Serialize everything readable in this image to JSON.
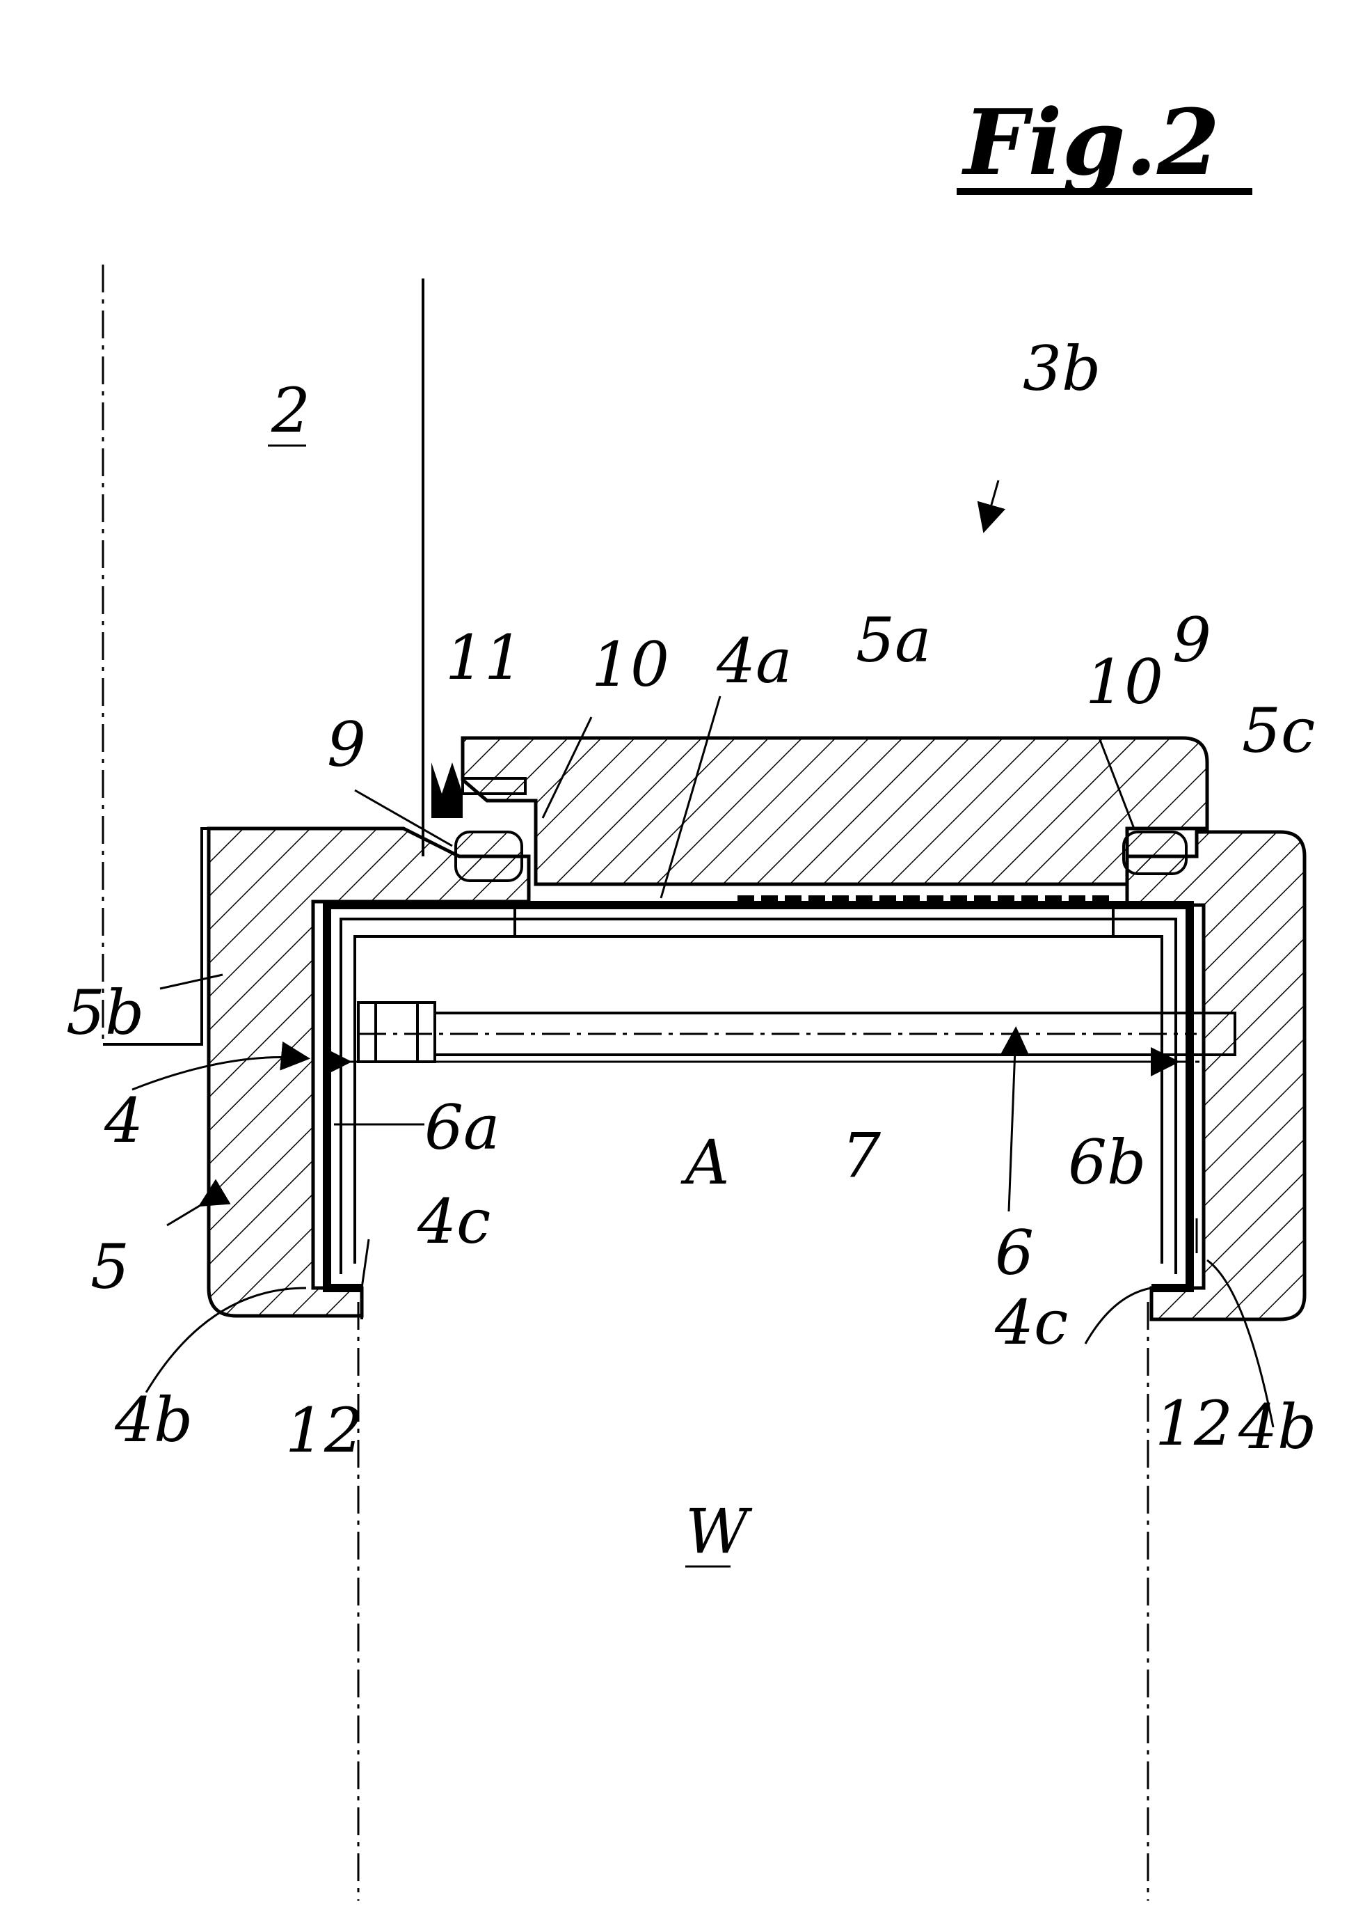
{
  "figure": {
    "title": "Fig.2",
    "labels": {
      "l2": "2",
      "l3b": "3b",
      "l11": "11",
      "l10a": "10",
      "l4a": "4a",
      "l5a": "5a",
      "l10b": "10",
      "l9a": "9",
      "l9b": "9",
      "l5c": "5c",
      "l5b": "5b",
      "l4a_left": "4",
      "l6a": "6a",
      "lA": "A",
      "l7": "7",
      "l6b": "6b",
      "l6": "6",
      "l5": "5",
      "l4c_left": "4c",
      "l4c_right": "4c",
      "l4b_left": "4b",
      "l12_left": "12",
      "l12_right": "12",
      "l4b_right": "4b",
      "lW": "W"
    }
  }
}
